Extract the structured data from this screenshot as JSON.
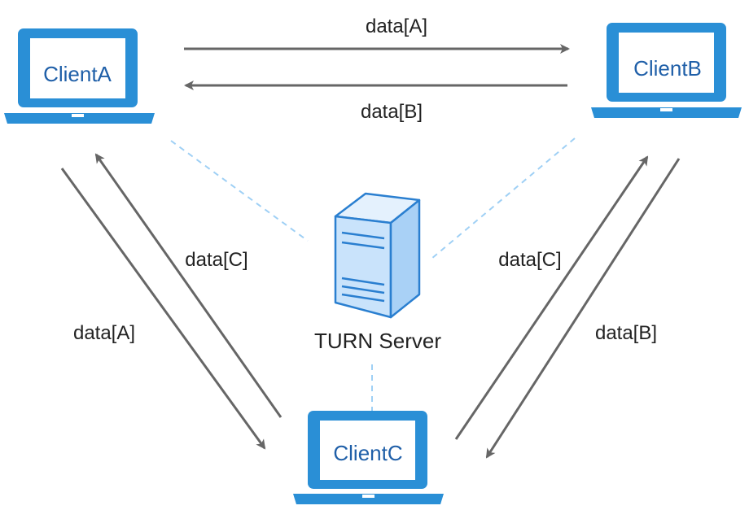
{
  "clients": {
    "a": {
      "label": "ClientA"
    },
    "b": {
      "label": "ClientB"
    },
    "c": {
      "label": "ClientC"
    }
  },
  "server": {
    "label": "TURN Server"
  },
  "flows": {
    "a_to_b": "data[A]",
    "b_to_a": "data[B]",
    "c_to_a": "data[C]",
    "a_to_c": "data[A]",
    "c_to_b": "data[C]",
    "b_to_c": "data[B]"
  },
  "colors": {
    "device": "#2a8fd6",
    "arrow": "#666666",
    "link": "#9fd0f5",
    "server_fill": "#c9e3fb",
    "server_stroke": "#2a7fd0"
  }
}
